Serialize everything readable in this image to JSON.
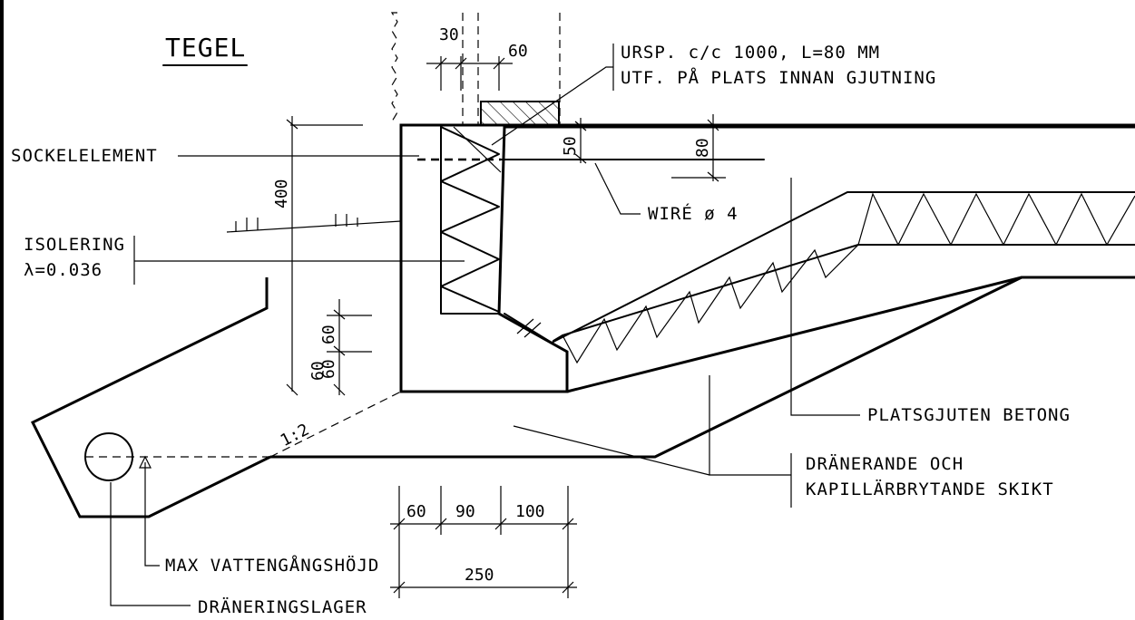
{
  "title": "TEGEL",
  "labels": {
    "sockelelement": "SOCKELELEMENT",
    "isolering_line1": "ISOLERING",
    "isolering_line2": "λ=0.036",
    "ursp_line1": "URSP. c/c 1000, L=80 MM",
    "ursp_line2": "UTF. PÅ PLATS INNAN GJUTNING",
    "wire": "WIRÉ ø 4",
    "platsgjuten": "PLATSGJUTEN BETONG",
    "dranerande_line1": "DRÄNERANDE OCH",
    "dranerande_line2": "KAPILLÄRBRYTANDE SKIKT",
    "max_vatten": "MAX VATTENGÅNGSHÖJD",
    "draneringslager": "DRÄNERINGSLAGER",
    "slope": "1:2"
  },
  "dimensions": {
    "d30": "30",
    "d60_top": "60",
    "d50": "50",
    "d80": "80",
    "d400": "400",
    "d60_upper": "60",
    "d60_lower": "60",
    "d60_bottom": "60",
    "d90": "90",
    "d100": "100",
    "d250": "250"
  }
}
